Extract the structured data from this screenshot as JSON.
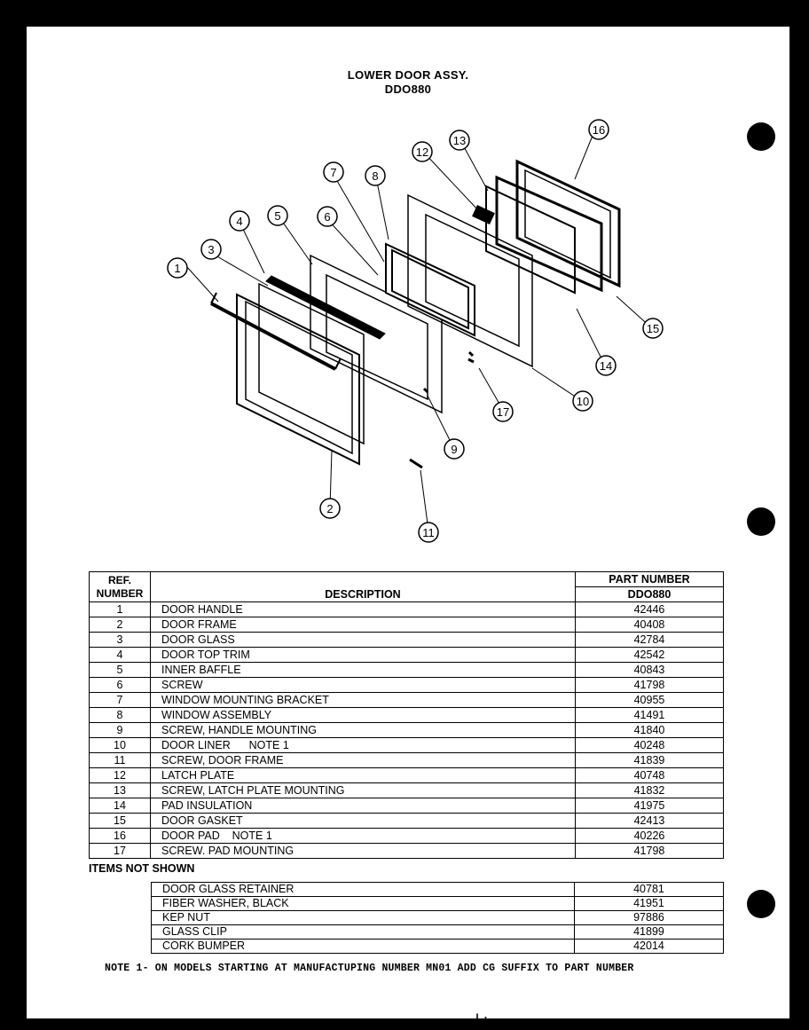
{
  "title": {
    "line1": "LOWER DOOR ASSY.",
    "line2": "DDO880"
  },
  "table": {
    "headers": {
      "ref_line1": "REF.",
      "ref_line2": "NUMBER",
      "description": "DESCRIPTION",
      "part_number": "PART NUMBER",
      "model": "DDO880"
    },
    "rows": [
      {
        "ref": "1",
        "desc": "DOOR HANDLE",
        "part": "42446"
      },
      {
        "ref": "2",
        "desc": "DOOR FRAME",
        "part": "40408"
      },
      {
        "ref": "3",
        "desc": "DOOR GLASS",
        "part": "42784"
      },
      {
        "ref": "4",
        "desc": "DOOR TOP TRIM",
        "part": "42542"
      },
      {
        "ref": "5",
        "desc": "INNER BAFFLE",
        "part": "40843"
      },
      {
        "ref": "6",
        "desc": "SCREW",
        "part": "41798"
      },
      {
        "ref": "7",
        "desc": "WINDOW MOUNTING BRACKET",
        "part": "40955"
      },
      {
        "ref": "8",
        "desc": "WINDOW ASSEMBLY",
        "part": "41491"
      },
      {
        "ref": "9",
        "desc": "SCREW, HANDLE MOUNTING",
        "part": "41840"
      },
      {
        "ref": "10",
        "desc": "DOOR LINER      NOTE 1",
        "part": "40248"
      },
      {
        "ref": "11",
        "desc": "SCREW, DOOR FRAME",
        "part": "41839"
      },
      {
        "ref": "12",
        "desc": "LATCH PLATE",
        "part": "40748"
      },
      {
        "ref": "13",
        "desc": "SCREW, LATCH PLATE MOUNTING",
        "part": "41832"
      },
      {
        "ref": "14",
        "desc": "PAD INSULATION",
        "part": "41975"
      },
      {
        "ref": "15",
        "desc": "DOOR GASKET",
        "part": "42413"
      },
      {
        "ref": "16",
        "desc": "DOOR PAD    NOTE 1",
        "part": "40226"
      },
      {
        "ref": "17",
        "desc": "SCREW. PAD MOUNTING",
        "part": "41798"
      }
    ]
  },
  "items_not_shown": {
    "label": "ITEMS NOT SHOWN",
    "rows": [
      {
        "desc": "DOOR GLASS RETAINER",
        "part": "40781"
      },
      {
        "desc": "FIBER WASHER, BLACK",
        "part": "41951"
      },
      {
        "desc": "KEP NUT",
        "part": "97886"
      },
      {
        "desc": "GLASS CLIP",
        "part": "41899"
      },
      {
        "desc": "CORK BUMPER",
        "part": "42014"
      }
    ]
  },
  "note": "NOTE 1- ON MODELS STARTING AT MANUFACTUPING NUMBER MN01 ADD CG SUFFIX TO PART NUMBER",
  "callouts": [
    "1",
    "2",
    "3",
    "4",
    "5",
    "6",
    "7",
    "8",
    "9",
    "10",
    "11",
    "12",
    "13",
    "14",
    "15",
    "16",
    "17"
  ],
  "page_mark": "l :"
}
